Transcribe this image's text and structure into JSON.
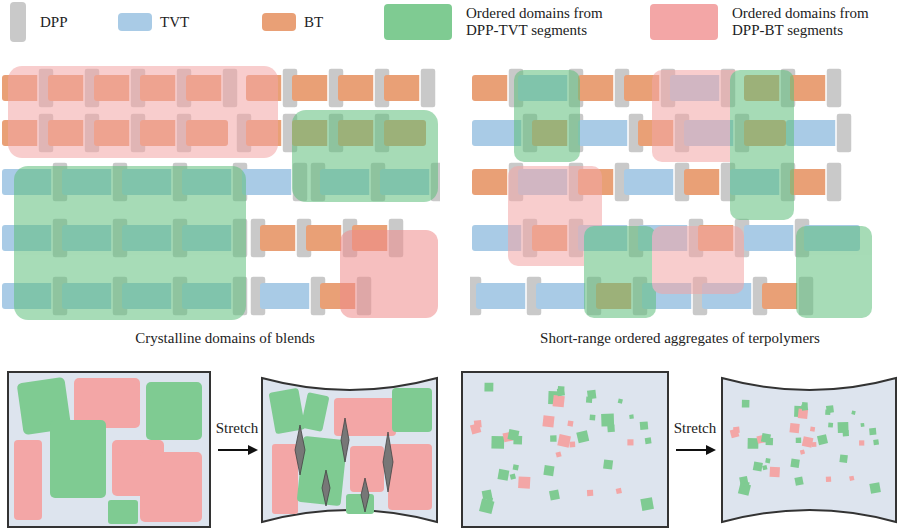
{
  "diagram": {
    "labels": [
      "Crystalline domains of blends",
      "Short-range ordered aggregates of terpolymers",
      "Stretch",
      "Stretch"
    ],
    "legend": [
      {
        "text": "DPP",
        "color": "#c9c9c9"
      },
      {
        "text": "TVT",
        "color": "#a9cbe6"
      },
      {
        "text": "BT",
        "color": "#e9a076"
      },
      {
        "text": "Ordered domains from DPP-TVT segments",
        "color": "#7fcb92"
      },
      {
        "text": "Ordered domains from DPP-BT segments",
        "color": "#f3a6a6"
      }
    ]
  }
}
